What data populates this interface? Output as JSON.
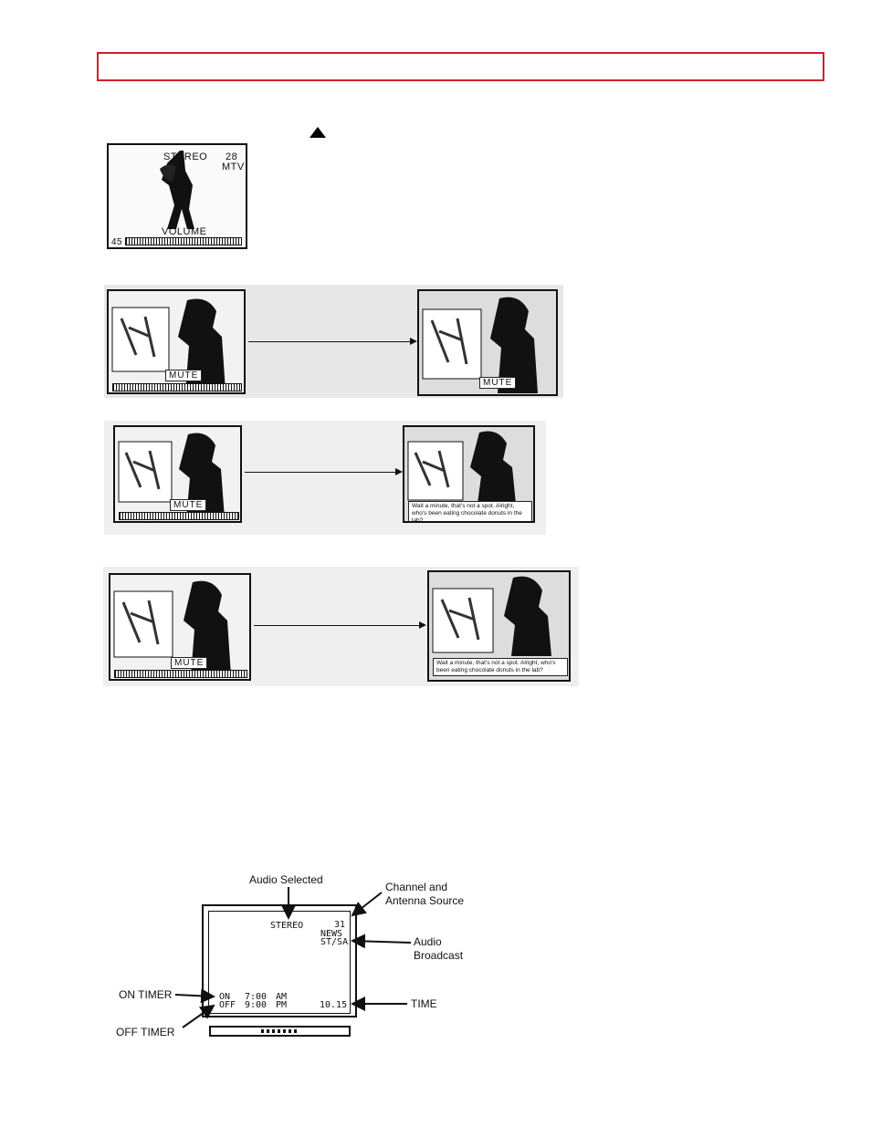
{
  "header": {
    "bar_color": "#d0202a",
    "indicator": "triangle-up-icon"
  },
  "volume_screen": {
    "audio": "STEREO",
    "channel": "28",
    "station": "MTV",
    "label": "VOLUME",
    "level": "45"
  },
  "mute_panels": [
    {
      "left_label": "MUTE",
      "right_label": "MUTE",
      "right_caption": ""
    },
    {
      "left_label": "MUTE",
      "right_label": "",
      "right_caption": "Wait a minute, that's not a spot. Alright, who's been eating chocolate donuts in the lab?"
    },
    {
      "left_label": "MUTE",
      "right_label": "",
      "right_caption": "Wait a minute, that's not a spot. Alright, who's been eating chocolate donuts in the lab?"
    }
  ],
  "diagram": {
    "callouts": {
      "audio_selected": "Audio Selected",
      "channel_antenna": [
        "Channel and",
        "Antenna Source"
      ],
      "audio_broadcast": [
        "Audio",
        "Broadcast"
      ],
      "on_timer": "ON TIMER",
      "off_timer": "OFF TIMER",
      "time": "TIME"
    },
    "screen": {
      "audio": "STEREO",
      "channel": "31",
      "station": "NEWS",
      "broadcast": "ST/SA",
      "on_row": [
        "ON",
        "7:00",
        "AM"
      ],
      "off_row": [
        "OFF",
        "9:00",
        "PM"
      ],
      "time": "10.15"
    }
  }
}
